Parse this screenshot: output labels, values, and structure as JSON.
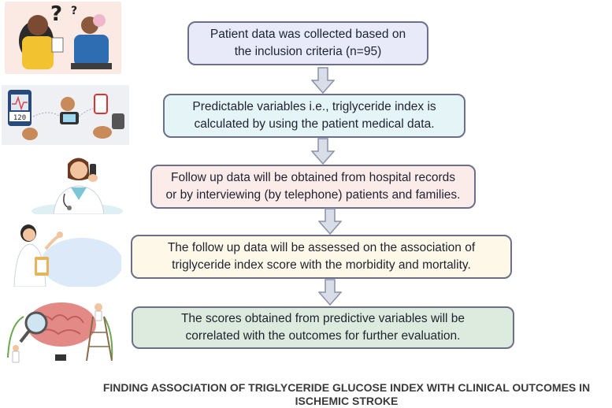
{
  "steps": [
    {
      "text": "Patient data was collected based on\nthe inclusion criteria (n=95)",
      "fill": "#e8eaf9"
    },
    {
      "text": "Predictable variables i.e., triglyceride index is\ncalculated by using the patient medical data.",
      "fill": "#e4f4f7"
    },
    {
      "text": "Follow up data will be obtained from hospital records\nor by interviewing (by telephone) patients and families.",
      "fill": "#fbecea"
    },
    {
      "text": "The follow up data will be assessed on the association of\ntriglyceride index score with the morbidity and mortality.",
      "fill": "#fdf8e8"
    },
    {
      "text": "The scores obtained from predictive variables will be\ncorrelated with the outcomes for further evaluation.",
      "fill": "#dcebdd"
    }
  ],
  "illustrations": {
    "step1": "patient-consultation-illustration",
    "step2": "medical-devices-illustration",
    "step3": "doctor-on-phone-illustration",
    "step4": "doctor-with-clipboard-illustration",
    "step5": "brain-research-illustration",
    "device_reading": "120"
  },
  "caption": "FINDING ASSOCIATION OF TRIGLYCERIDE GLUCOSE INDEX WITH CLINICAL OUTCOMES IN\nISCHEMIC STROKE",
  "colors": {
    "border": "#6b6f8a",
    "arrow_fill": "#d9dde8",
    "arrow_stroke": "#8a92a8"
  }
}
